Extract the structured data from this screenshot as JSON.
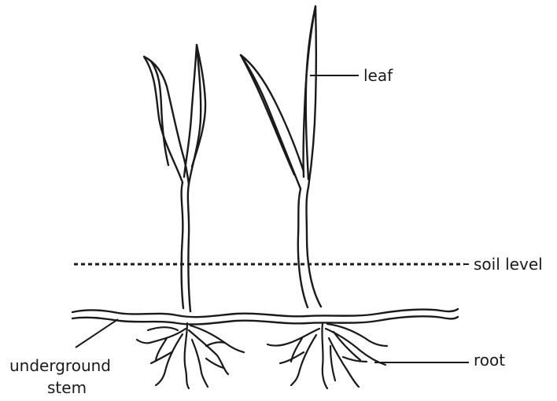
{
  "labels": {
    "leaf": "leaf",
    "soil_level": "soil level",
    "underground_stem_line1": "underground",
    "underground_stem_line2": "stem",
    "root": "root"
  }
}
